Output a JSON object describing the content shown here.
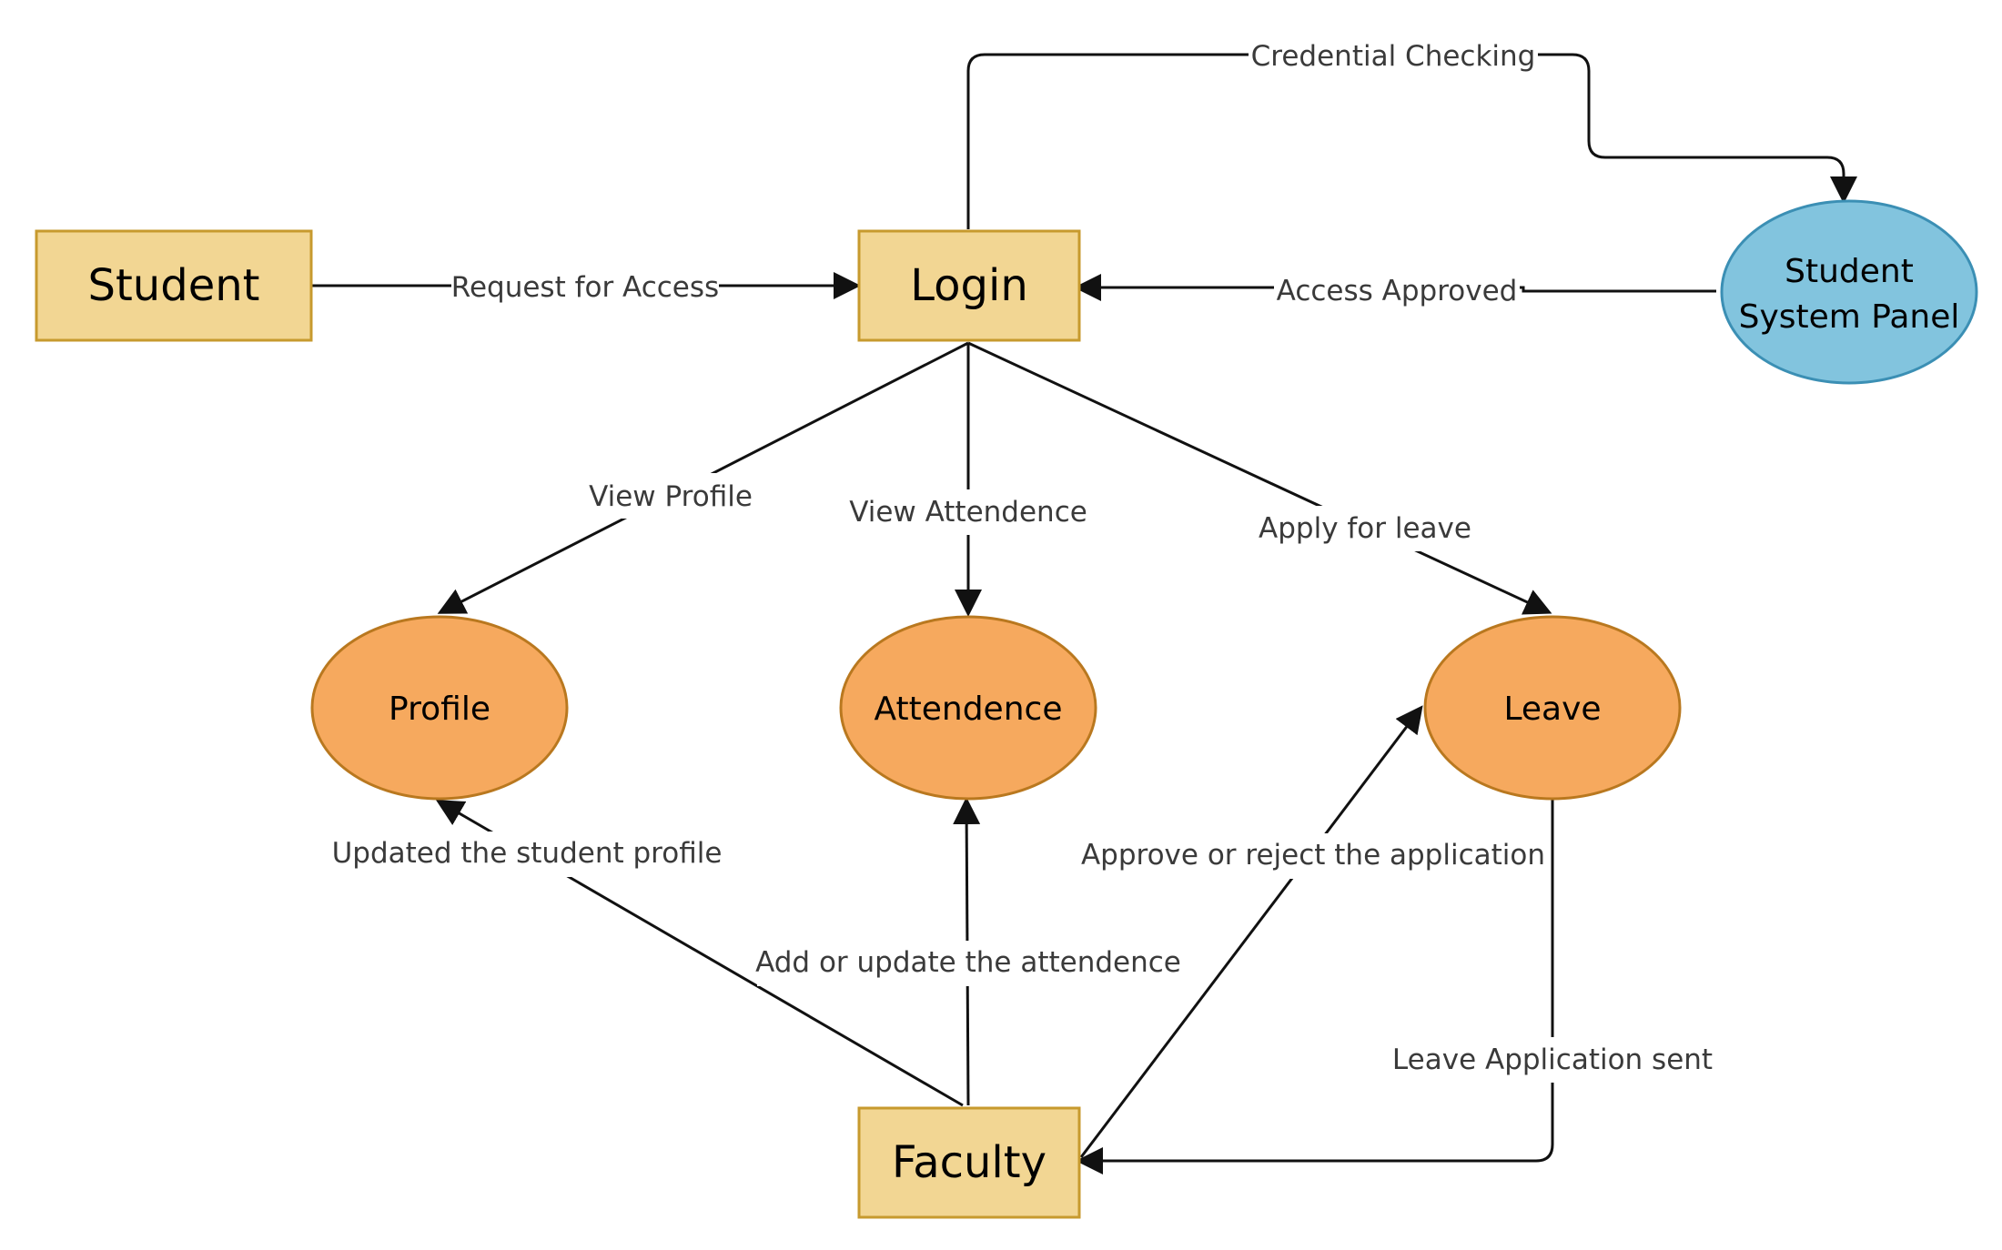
{
  "entities": {
    "student": "Student",
    "login": "Login",
    "faculty": "Faculty"
  },
  "processes": {
    "profile": "Profile",
    "attendence": "Attendence",
    "leave": "Leave"
  },
  "data_store": {
    "line1": "Student",
    "line2": "System Panel"
  },
  "flows": {
    "credential_checking": "Credential Checking",
    "request_for_access": "Request for Access",
    "access_approved": "Access Approved",
    "view_profile": "View Profile",
    "view_attendence": "View Attendence",
    "apply_for_leave": "Apply for leave",
    "updated_profile": "Updated the student profile",
    "add_update_attendence": "Add or update the attendence",
    "approve_reject": "Approve or reject the application",
    "leave_application_sent": "Leave Application sent"
  },
  "colors": {
    "entity_fill": "#f2d693",
    "process_fill": "#f6a95e",
    "store_fill": "#82c4de",
    "line": "#111111"
  }
}
